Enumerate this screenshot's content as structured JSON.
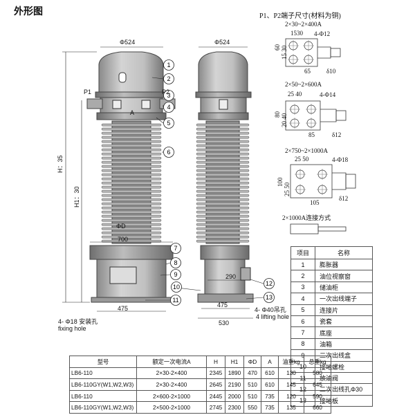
{
  "title": "外形图",
  "front": {
    "dim_top": "Φ524",
    "p1": "P1",
    "p2": "P2",
    "a": "A",
    "h": "H：35",
    "h1": "H1：30",
    "d": "ΦD",
    "base_w": "700",
    "base_w2": "475",
    "fix_hole": "4- Φ18 安装孔",
    "fix_hole_en": "fixing hole"
  },
  "side": {
    "dim_top": "Φ524",
    "dim_290": "290",
    "dim_475": "475",
    "dim_530": "530",
    "lift_hole": "4- Φ40吊孔",
    "lift_hole_en": "4 lifting hole"
  },
  "callouts": [
    "1",
    "2",
    "3",
    "4",
    "5",
    "6",
    "7",
    "8",
    "9",
    "10",
    "11",
    "12",
    "13"
  ],
  "terminals": {
    "title": "P1、P2端子尺寸(材料为铜)",
    "t1": {
      "rating": "2×30~2×400A",
      "d1": "1530",
      "hole": "4-Φ12",
      "v1": "60",
      "v2": "15 30",
      "d2": "65",
      "t": "δ10"
    },
    "t2": {
      "rating": "2×50~2×600A",
      "d1": "25 40",
      "hole": "4-Φ14",
      "v1": "80",
      "v2": "20 40",
      "d2": "85",
      "t": "δ12"
    },
    "t3": {
      "rating": "2×750~2×1000A",
      "d1": "25 50",
      "hole": "4-Φ18",
      "v1": "100",
      "v2": "25 50",
      "d2": "105",
      "t": "δ12"
    },
    "conn": "2×1000A连接方式"
  },
  "parts": {
    "header": [
      "项目",
      "名称"
    ],
    "rows": [
      [
        "1",
        "膨胀器"
      ],
      [
        "2",
        "油位视察窗"
      ],
      [
        "3",
        "储油柜"
      ],
      [
        "4",
        "一次出线端子"
      ],
      [
        "5",
        "连接片"
      ],
      [
        "6",
        "瓷套"
      ],
      [
        "7",
        "底座"
      ],
      [
        "8",
        "油箱"
      ],
      [
        "9",
        "二次出线盒"
      ],
      [
        "10",
        "接地螺栓"
      ],
      [
        "11",
        "放油阀"
      ],
      [
        "12",
        "二次出线孔Φ30"
      ],
      [
        "13",
        "接地板"
      ]
    ]
  },
  "spec": {
    "header": [
      "型号",
      "额定一次电流A",
      "H",
      "H1",
      "ΦD",
      "A",
      "油重kg",
      "总重kg"
    ],
    "rows": [
      [
        "LB6-110",
        "2×30-2×400",
        "2345",
        "1890",
        "470",
        "610",
        "130",
        "580"
      ],
      [
        "LB6-110GY(W1,W2,W3)",
        "2×30-2×400",
        "2645",
        "2190",
        "510",
        "610",
        "145",
        "645"
      ],
      [
        "LB6-110",
        "2×600-2×1000",
        "2445",
        "2000",
        "510",
        "735",
        "120",
        "590"
      ],
      [
        "LB6-110GY(W1,W2,W3)",
        "2×500-2×1000",
        "2745",
        "2300",
        "550",
        "735",
        "135",
        "660"
      ]
    ]
  }
}
